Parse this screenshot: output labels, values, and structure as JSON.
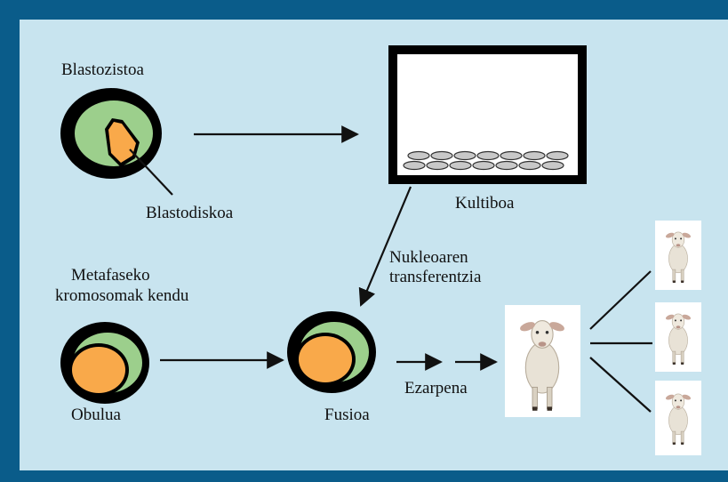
{
  "labels": {
    "blastozistoa": "Blastozistoa",
    "blastodiskoa": "Blastodiskoa",
    "kultiboa": "Kultiboa",
    "nukleo_1": "Nukleoaren",
    "nukleo_2": "transferentzia",
    "metafase_1": "Metafaseko",
    "metafase_2": "kromosomak kendu",
    "obulua": "Obulua",
    "fusioa": "Fusioa",
    "ezarpena": "Ezarpena"
  },
  "colors": {
    "frame": "#0a5c8a",
    "panel": "#c8e4ef",
    "cell_outer": "#000000",
    "cytoplasm": "#9ccf8c",
    "nucleus": "#f9a94a",
    "culture_cells": "#c8c8c8",
    "sheep_wool": "#e8e2d6"
  },
  "icons": [
    "sheep-icon"
  ]
}
